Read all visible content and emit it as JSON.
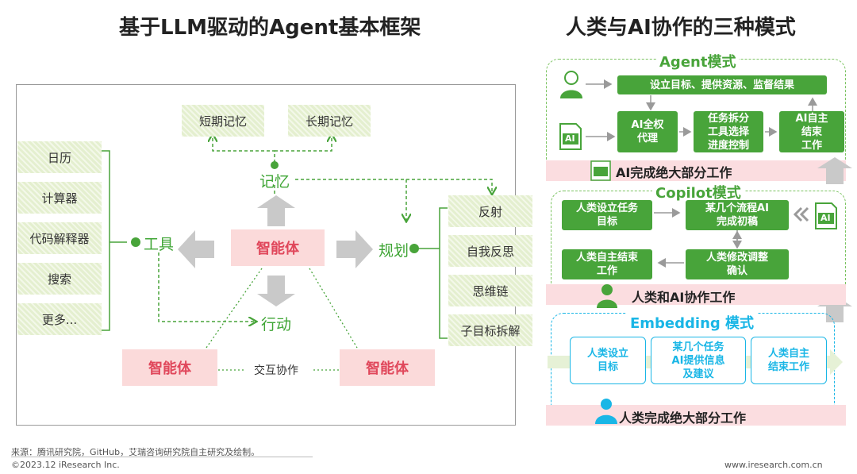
{
  "left": {
    "title": "基于LLM驱动的Agent基本框架",
    "memory": {
      "label": "记忆",
      "short_term": "短期记忆",
      "long_term": "长期记忆"
    },
    "tools": {
      "label": "工具",
      "items": [
        "日历",
        "计算器",
        "代码解释器",
        "搜索",
        "更多..."
      ]
    },
    "planning": {
      "label": "规划",
      "items": [
        "反射",
        "自我反思",
        "思维链",
        "子目标拆解"
      ]
    },
    "action": {
      "label": "行动"
    },
    "agent_center": "智能体",
    "agent_left": "智能体",
    "agent_right": "智能体",
    "interaction": "交互协作"
  },
  "right": {
    "title": "人类与AI协作的三种模式",
    "agent_mode": {
      "title": "Agent模式",
      "top_box": "设立目标、提供资源、监督结果",
      "boxes": [
        "AI全权代理",
        "任务拆分工具选择进度控制",
        "AI自主结束工作"
      ],
      "box_lines": [
        [
          "AI全权",
          "代理"
        ],
        [
          "任务拆分",
          "工具选择",
          "进度控制"
        ],
        [
          "AI自主",
          "结束",
          "工作"
        ]
      ],
      "bar": "AI完成绝大部分工作",
      "icon_text": "AI"
    },
    "copilot_mode": {
      "title": "Copilot模式",
      "boxes": [
        [
          "人类设立任务",
          "目标"
        ],
        [
          "某几个流程AI",
          "完成初稿"
        ],
        [
          "人类自主结束",
          "工作"
        ],
        [
          "人类修改调整",
          "确认"
        ]
      ],
      "bar": "人类和AI协作工作",
      "icon_text": "AI"
    },
    "embedding_mode": {
      "title": "Embedding 模式",
      "boxes": [
        [
          "人类设立",
          "目标"
        ],
        [
          "某几个任务",
          "AI提供信息",
          "及建议"
        ],
        [
          "人类自主",
          "结束工作"
        ]
      ],
      "bar": "人类完成绝大部分工作"
    }
  },
  "footer": {
    "source": "来源：腾讯研究院，GitHub，艾瑞咨询研究院自主研究及绘制。",
    "copyright": "©2023.12 iResearch Inc.",
    "website": "www.iresearch.com.cn"
  },
  "colors": {
    "green": "#48a43a",
    "light_green": "#e4efcf",
    "pink": "#fbdada",
    "pink_text": "#e0475b",
    "blue": "#19b6e6",
    "band": "#fbdde0"
  }
}
